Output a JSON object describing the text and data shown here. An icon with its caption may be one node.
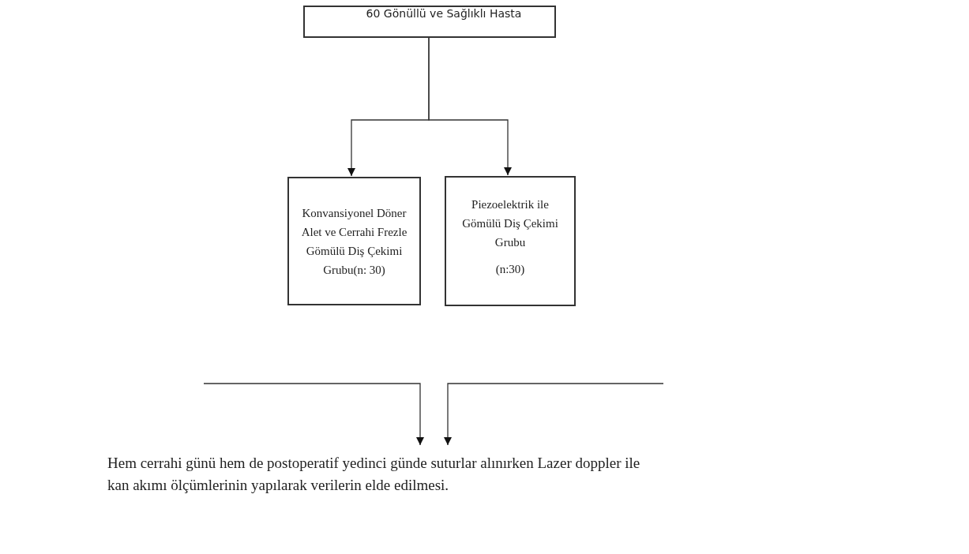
{
  "diagram": {
    "nodes": [
      {
        "text": [
          "60 Gönüllü ve Sağlıklı Hasta"
        ]
      },
      {
        "text": [
          "Konvansiyonel Döner Alet ve Cerrahi Frezle Gömülü Diş Çekimi Grubu(n: 30)"
        ]
      },
      {
        "text": [
          "Piezoelektrik ile Gömülü Diş Çekimi Grubu",
          "(n:30)"
        ]
      },
      {
        "text": [
          "Hem cerrahi günü hem de postoperatif yedinci günde suturlar alınırken Lazer doppler ile kan akımı ölçümlerinin yapılarak verilerin elde edilmesi."
        ]
      }
    ],
    "edges": [
      {
        "from": 0,
        "to": 1,
        "arrow": "to"
      },
      {
        "from": 0,
        "to": 2,
        "arrow": "to"
      },
      {
        "from": null,
        "to": 3,
        "arrow": "to"
      },
      {
        "from": null,
        "to": 3,
        "arrow": "to"
      }
    ]
  }
}
